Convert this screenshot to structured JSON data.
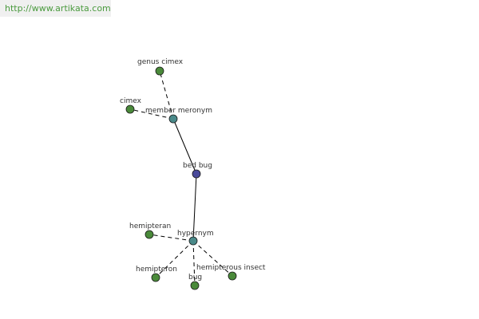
{
  "banner": {
    "url": "http://www.artikata.com"
  },
  "colors": {
    "center_node": "#4a4a9a",
    "relation_node": "#4a8a8a",
    "leaf_node": "#4a8a3a",
    "banner_text": "#4a9a3e"
  },
  "graph": {
    "center": {
      "label": "bed bug"
    },
    "relations": [
      {
        "label": "member meronym",
        "leaves": [
          "genus cimex",
          "cimex"
        ]
      },
      {
        "label": "hypernym",
        "leaves": [
          "hemipteran",
          "hemipteron",
          "bug",
          "hemipterous insect"
        ]
      }
    ]
  }
}
